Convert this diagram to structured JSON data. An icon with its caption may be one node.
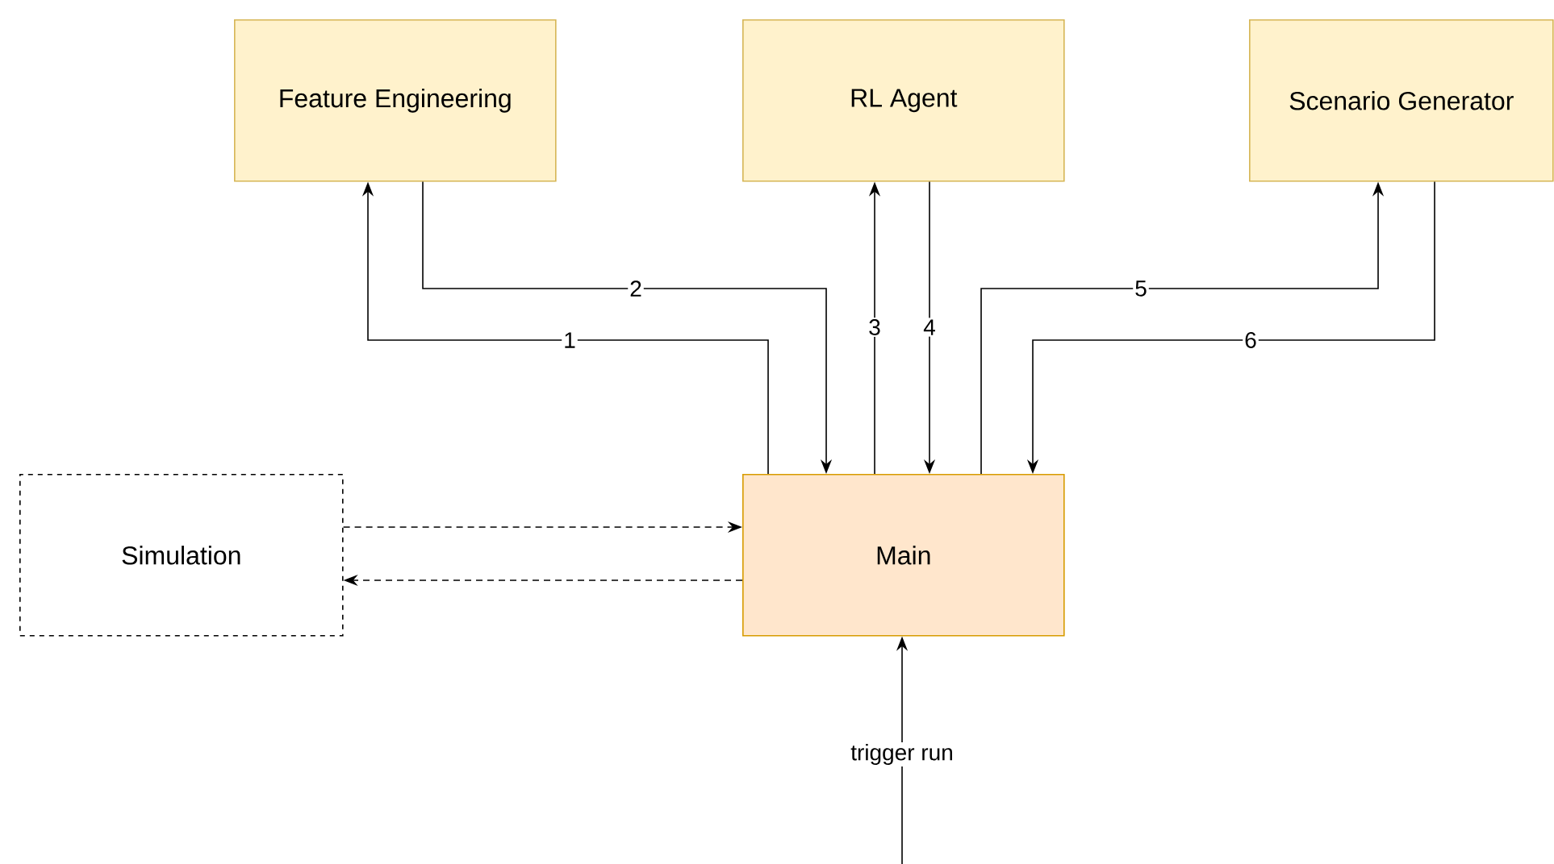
{
  "diagram": {
    "nodes": [
      {
        "text": [
          "Feature Engineering"
        ]
      },
      {
        "text": [
          "RL Agent"
        ]
      },
      {
        "text": [
          "Scenario Generator"
        ]
      },
      {
        "text": [
          "Simulation"
        ]
      },
      {
        "text": [
          "Main"
        ]
      }
    ],
    "edges": [
      {
        "from": 4,
        "to": 0,
        "arrow": "to",
        "label": "1"
      },
      {
        "from": 0,
        "to": 4,
        "arrow": "to",
        "label": "2"
      },
      {
        "from": 4,
        "to": 1,
        "arrow": "to",
        "label": "3"
      },
      {
        "from": 1,
        "to": 4,
        "arrow": "to",
        "label": "4"
      },
      {
        "from": 4,
        "to": 2,
        "arrow": "to",
        "label": "5"
      },
      {
        "from": 2,
        "to": 4,
        "arrow": "to",
        "label": "6"
      },
      {
        "from": 3,
        "to": 4,
        "arrow": "to",
        "style": "dashed"
      },
      {
        "from": 4,
        "to": 3,
        "arrow": "to",
        "style": "dashed"
      },
      {
        "from": null,
        "to": 4,
        "arrow": "to",
        "label": "trigger run"
      }
    ]
  }
}
